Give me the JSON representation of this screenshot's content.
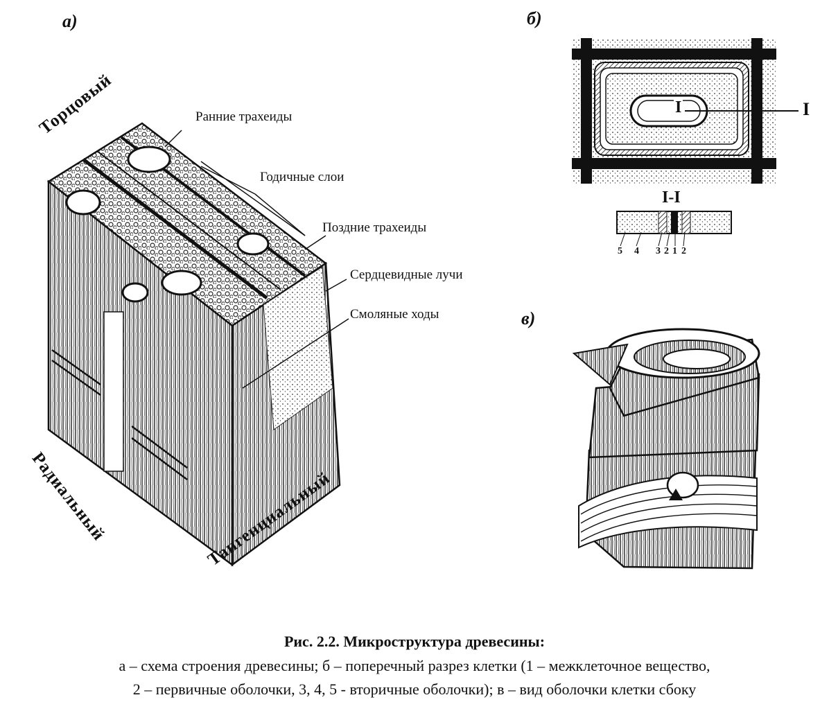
{
  "panels": {
    "a": "а)",
    "b": "б)",
    "v": "в)"
  },
  "block_labels": {
    "early_tracheids": "Ранние трахеиды",
    "annual_layers": "Годичные слои",
    "late_tracheids": "Поздние трахеиды",
    "medullary_rays": "Сердцевидные лучи",
    "resin_ducts": "Смоляные ходы"
  },
  "faces": {
    "end": "Торцовый",
    "radial": "Радиальный",
    "tangential": "Тангенциальный"
  },
  "cell_section": {
    "marker_inner": "I",
    "marker_outer": "I",
    "section_title": "I-I",
    "layer_numbers": [
      "5",
      "4",
      "3",
      "2",
      "1",
      "2"
    ]
  },
  "caption": {
    "title": "Рис. 2.2. Микроструктура древесины:",
    "line1": "а – схема строения древесины; б – поперечный разрез клетки (1 – межклеточное вещество,",
    "line2": "2 – первичные оболочки, 3, 4, 5 - вторичные оболочки); в – вид оболочки клетки сбоку"
  }
}
